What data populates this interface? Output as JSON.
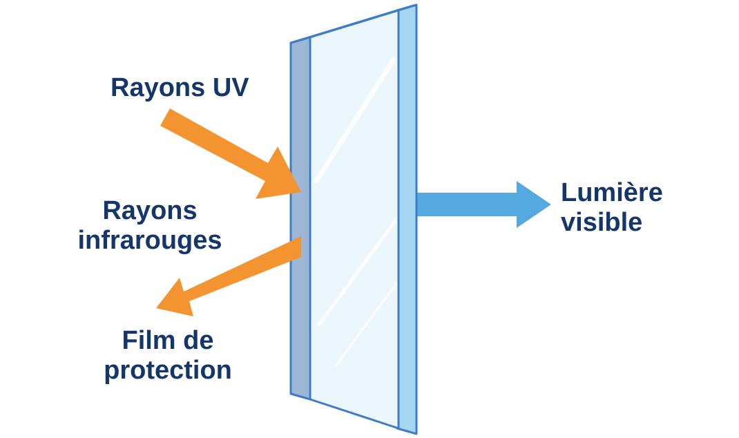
{
  "labels": {
    "uv_rays": "Rayons UV",
    "infrared_rays": [
      "Rayons",
      "infrarouges"
    ],
    "protection_film": [
      "Film de",
      "protection"
    ],
    "visible_light": [
      "Lumière",
      "visible"
    ]
  },
  "colors": {
    "text": "#14366b",
    "orange_arrow": "#f39431",
    "blue_arrow": "#55a9e1",
    "glass_outline": "#3d7cc9",
    "glass_pane": "#ecf7fd",
    "glass_edge": "#a5d7f2",
    "film_layer": "#9cb6d4"
  },
  "icons": {
    "incoming_arrow": "arrow-right-down",
    "reflected_arrow": "arrow-left-down",
    "transmitted_arrow": "arrow-right"
  }
}
